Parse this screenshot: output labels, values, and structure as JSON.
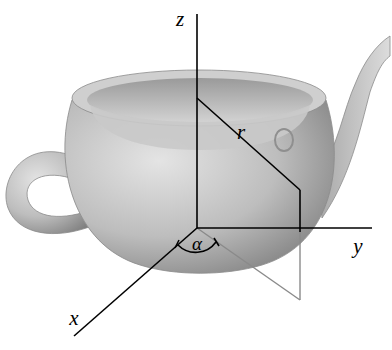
{
  "diagram": {
    "labels": [
      "z",
      "r",
      "y",
      "α",
      "x"
    ]
  }
}
